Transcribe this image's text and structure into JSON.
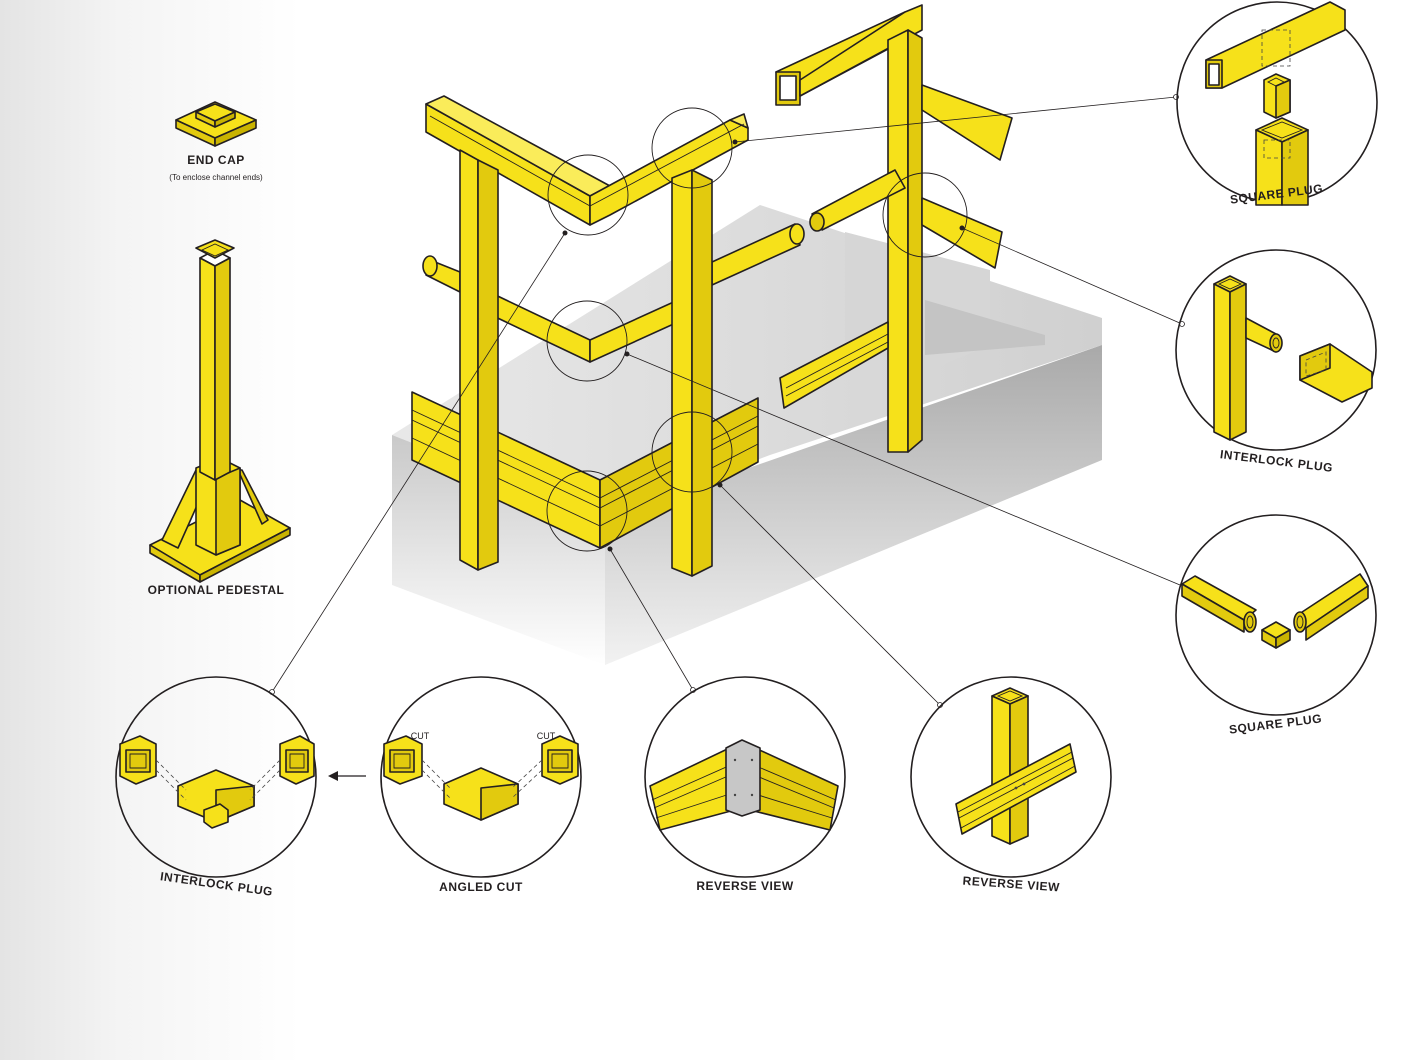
{
  "colors": {
    "yellow": "#f6e11a",
    "yellow_side": "#e2ca0e",
    "yellow_dark": "#c9b300",
    "outline": "#231f20",
    "concrete_top": "#e3e3e3",
    "concrete_side": "#bdbdbd"
  },
  "labels": {
    "end_cap": "END CAP",
    "end_cap_note": "(To enclose channel ends)",
    "optional_pedestal": "OPTIONAL PEDESTAL",
    "square_plug_top": "SQUARE PLUG",
    "interlock_plug_right": "INTERLOCK PLUG",
    "square_plug_right": "SQUARE PLUG",
    "interlock_plug_bottom": "INTERLOCK PLUG",
    "angled_cut": "ANGLED CUT",
    "reverse_view_1": "REVERSE VIEW",
    "reverse_view_2": "REVERSE VIEW",
    "cut_left": "CUT",
    "cut_right": "CUT"
  },
  "icons": {
    "arrow": "arrow-left-icon"
  }
}
